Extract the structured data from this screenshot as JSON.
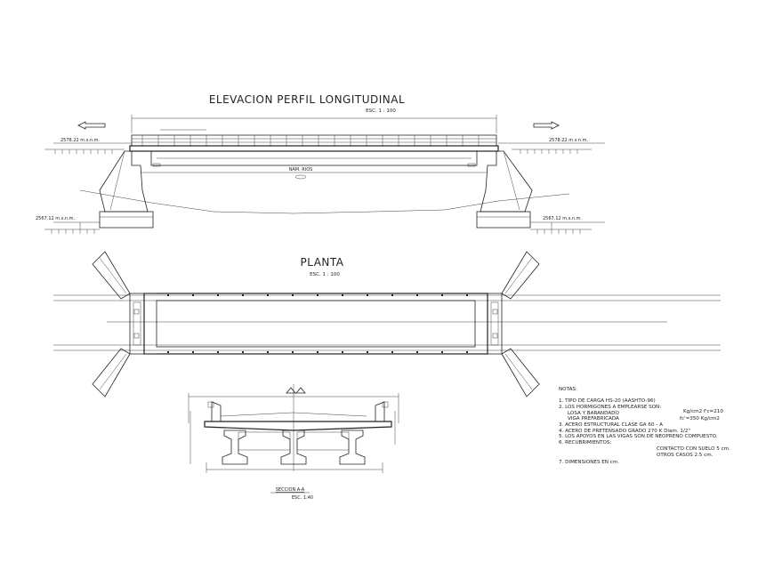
{
  "elevation": {
    "title": "ELEVACION PERFIL LONGITUDINAL",
    "scale": "ESC. 1 : 100",
    "level_top_left": "2578.22 m.s.n.m.",
    "level_top_right": "2578.22 m.s.n.m.",
    "level_bottom_left": "2567.12 m.s.n.m.",
    "level_bottom_right": "2567.12 m.s.n.m.",
    "water_label": "NAM. RIOS"
  },
  "plan": {
    "title": "PLANTA",
    "scale": "ESC. 1 : 100"
  },
  "section": {
    "title": "SECCION A-A",
    "scale": "ESC. 1:40"
  },
  "notes": {
    "heading": "NOTAS:",
    "line1": "1. TIPO DE CARGA HS-20 (AASHTO-96)",
    "line2": "2. LOS HORMIGONES A EMPLEARSE SON:",
    "line3a": "LOSA Y BARANDADO",
    "line3b": "Kg/cm2 f'c=210",
    "line4a": "VIGA PREFABRICADA",
    "line4b": "fc'=350    Kg/cm2",
    "line5": "3. ACERO ESTRUCTURAL CLASE GA 60 - A",
    "line6": "4. ACERO DE PRETENSADO GRADO 270 K Diam. 1/2\"",
    "line7": "5. LOS APOYOS EN LAS VIGAS SON DE NEOPRENO COMPUESTO.",
    "line8": "6. RECUBRIMIENTOS:",
    "line9": "CONTACTO CON SUELO 5 cm.",
    "line10": "OTROS CASOS 2.5 cm.",
    "line11": "7. DIMENSIONES EN cm."
  }
}
